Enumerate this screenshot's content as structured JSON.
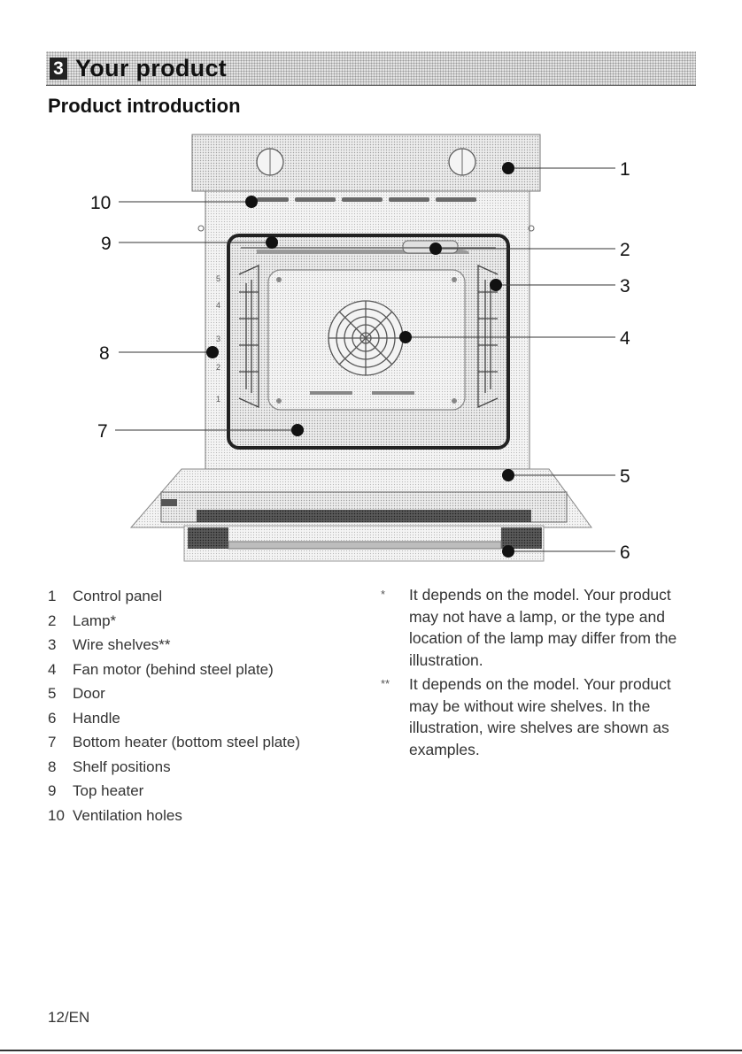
{
  "section": {
    "number": "3",
    "title": "Your product"
  },
  "subtitle": "Product introduction",
  "callouts": [
    "1",
    "2",
    "3",
    "4",
    "5",
    "6",
    "7",
    "8",
    "9",
    "10"
  ],
  "shelf_marks": [
    "5",
    "4",
    "3",
    "2",
    "1"
  ],
  "parts": [
    {
      "num": "1",
      "label": "Control panel"
    },
    {
      "num": "2",
      "label": "Lamp*"
    },
    {
      "num": "3",
      "label": "Wire shelves**"
    },
    {
      "num": "4",
      "label": "Fan motor (behind steel plate)"
    },
    {
      "num": "5",
      "label": "Door"
    },
    {
      "num": "6",
      "label": "Handle"
    },
    {
      "num": "7",
      "label": "Bottom heater (bottom steel plate)"
    },
    {
      "num": "8",
      "label": "Shelf positions"
    },
    {
      "num": "9",
      "label": "Top heater"
    },
    {
      "num": "10",
      "label": "Ventilation holes"
    }
  ],
  "notes": [
    {
      "mark": "*",
      "text": "It depends on the model. Your product may not have a lamp, or the type and location of the lamp may differ from the illustration."
    },
    {
      "mark": "**",
      "text": "It depends on the model. Your product may be without wire shelves. In the illustration, wire shelves are shown as examples."
    }
  ],
  "page_number": "12/EN"
}
